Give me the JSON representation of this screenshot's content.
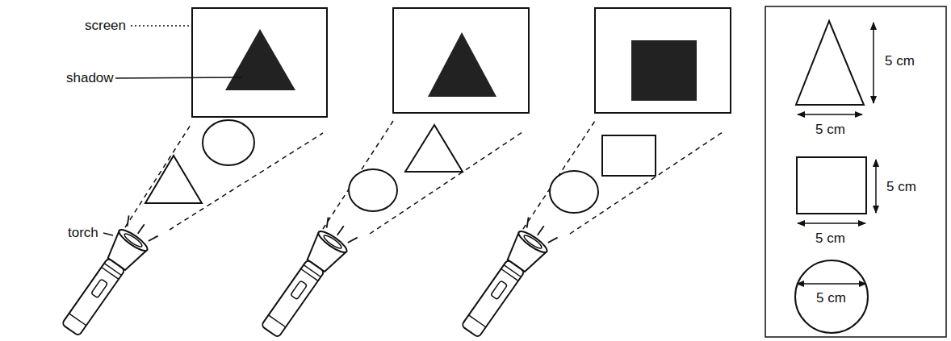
{
  "diagram": {
    "labels": [
      "screen",
      "shadow",
      "torch",
      "5 cm",
      "5 cm",
      "5 cm",
      "5 cm",
      "5 cm"
    ]
  }
}
